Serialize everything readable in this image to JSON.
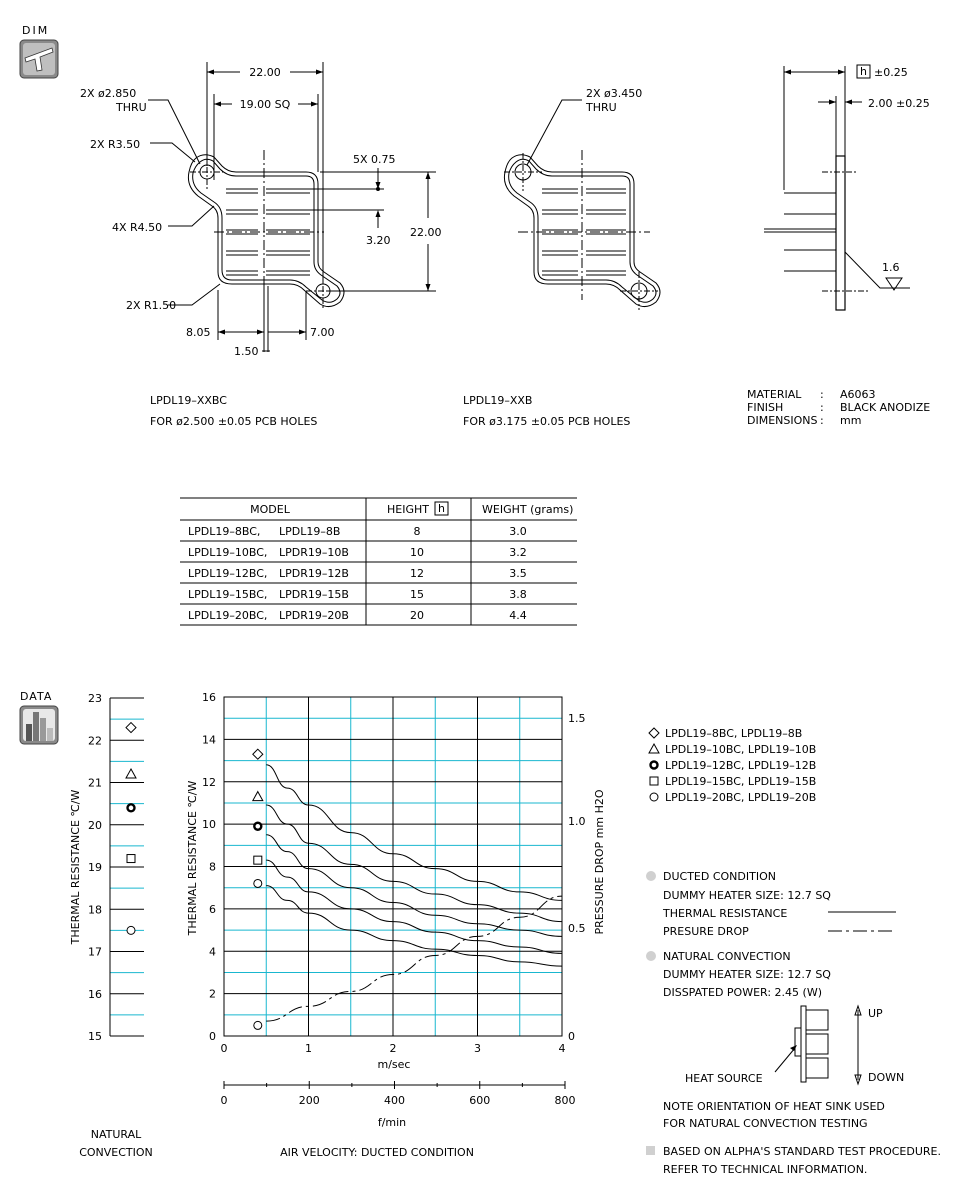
{
  "sections": {
    "dim_title": "DIM",
    "data_title": "DATA"
  },
  "drawing": {
    "left_hole": "2X ø2.850",
    "thru": "THRU",
    "right_hole": "2X ø3.450",
    "r350": "2X R3.50",
    "r450": "4X R4.50",
    "r150": "2X R1.50",
    "d2200_top": "22.00",
    "d1900": "19.00 SQ",
    "d075": "5X 0.75",
    "d320": "3.20",
    "d2200_side": "22.00",
    "d805": "8.05",
    "d150": "1.50",
    "d700": "7.00",
    "h_box": "h",
    "h_tol": "±0.25",
    "base_thk": "2.00 ±0.25",
    "finish_mark": "1.6"
  },
  "variants": [
    {
      "name": "LPDL19–XXBC",
      "pcb": "FOR ø2.500 ±0.05 PCB HOLES"
    },
    {
      "name": "LPDL19–XXB",
      "pcb": "FOR ø3.175 ±0.05 PCB HOLES"
    }
  ],
  "spec": {
    "material_label": "MATERIAL",
    "material_value": "A6063",
    "finish_label": "FINISH",
    "finish_value": "BLACK ANODIZE",
    "dim_label": "DIMENSIONS",
    "dim_value": "mm",
    "sep": ":"
  },
  "table": {
    "headers": {
      "model": "MODEL",
      "height": "HEIGHT",
      "height_box": "h",
      "weight": "WEIGHT  (grams)"
    },
    "rows": [
      {
        "m1": "LPDL19–8BC,",
        "m2": "LPDL19–8B",
        "h": "8",
        "w": "3.0"
      },
      {
        "m1": "LPDL19–10BC,",
        "m2": "LPDR19–10B",
        "h": "10",
        "w": "3.2"
      },
      {
        "m1": "LPDL19–12BC,",
        "m2": "LPDR19–12B",
        "h": "12",
        "w": "3.5"
      },
      {
        "m1": "LPDL19–15BC,",
        "m2": "LPDR19–15B",
        "h": "15",
        "w": "3.8"
      },
      {
        "m1": "LPDL19–20BC,",
        "m2": "LPDR19–20B",
        "h": "20",
        "w": "4.4"
      }
    ]
  },
  "natural_chart": {
    "ylabel": "THERMAL  RESISTANCE  ℃/W",
    "caption_1": "NATURAL",
    "caption_2": "CONVECTION"
  },
  "chart_data": [
    {
      "type": "scatter",
      "ylim": [
        15,
        23
      ],
      "yticks": [
        "23",
        "22",
        "21",
        "20",
        "19",
        "18",
        "17",
        "16",
        "15"
      ],
      "ylabel": "THERMAL  RESISTANCE  ℃/W",
      "xlabel": "NATURAL CONVECTION",
      "series": [
        {
          "name": "LPDL19–8BC,  LPDL19–8B",
          "marker": "diamond",
          "values": [
            22.3
          ]
        },
        {
          "name": "LPDL19–10BC,  LPDL19–10B",
          "marker": "triangle",
          "values": [
            21.2
          ]
        },
        {
          "name": "LPDL19–12BC,  LPDL19–12B",
          "marker": "bold-circle",
          "values": [
            20.4
          ]
        },
        {
          "name": "LPDL19–15BC,  LPDL19–15B",
          "marker": "square",
          "values": [
            19.2
          ]
        },
        {
          "name": "LPDL19–20BC,  LPDL19–20B",
          "marker": "circle",
          "values": [
            17.5
          ]
        }
      ]
    },
    {
      "type": "line",
      "xlim": [
        0,
        4
      ],
      "ylim": [
        0,
        16
      ],
      "y2lim": [
        0,
        1.5
      ],
      "xticks": [
        "0",
        "1",
        "2",
        "3",
        "4"
      ],
      "yticks": [
        "0",
        "2",
        "4",
        "6",
        "8",
        "10",
        "12",
        "14",
        "16"
      ],
      "y2ticks": [
        "0",
        "0.5",
        "1.0",
        "1.5"
      ],
      "x2ticks": [
        "0",
        "200",
        "400",
        "600",
        "800"
      ],
      "xlabel": "m/sec",
      "x2label": "f/min",
      "ylabel": "THERMAL  RESISTANCE  ℃/W",
      "y2label": "PRESSURE  DROP    mm H2O",
      "caption": "AIR VELOCITY:  DUCTED CONDITION",
      "grid": true,
      "series": [
        {
          "name": "LPDL19–8BC,  LPDL19–8B",
          "marker": "diamond",
          "marker_point": [
            0.4,
            13.3
          ],
          "x": [
            0.5,
            0.75,
            1.0,
            1.5,
            2.0,
            2.5,
            3.0,
            3.5,
            4.0
          ],
          "y": [
            12.8,
            11.7,
            10.9,
            9.6,
            8.6,
            7.9,
            7.3,
            6.8,
            6.4
          ]
        },
        {
          "name": "LPDL19–10BC,  LPDL19–10B",
          "marker": "triangle",
          "marker_point": [
            0.4,
            11.3
          ],
          "x": [
            0.5,
            0.75,
            1.0,
            1.5,
            2.0,
            2.5,
            3.0,
            3.5,
            4.0
          ],
          "y": [
            10.9,
            10.0,
            9.1,
            8.1,
            7.3,
            6.7,
            6.2,
            5.8,
            5.4
          ]
        },
        {
          "name": "LPDL19–12BC,  LPDL19–12B",
          "marker": "bold-circle",
          "marker_point": [
            0.4,
            9.9
          ],
          "x": [
            0.5,
            0.75,
            1.0,
            1.5,
            2.0,
            2.5,
            3.0,
            3.5,
            4.0
          ],
          "y": [
            9.5,
            8.7,
            7.9,
            7.0,
            6.3,
            5.7,
            5.3,
            5.0,
            4.7
          ]
        },
        {
          "name": "LPDL19–15BC,  LPDL19–15B",
          "marker": "square",
          "marker_point": [
            0.4,
            8.3
          ],
          "x": [
            0.5,
            0.75,
            1.0,
            1.5,
            2.0,
            2.5,
            3.0,
            3.5,
            4.0
          ],
          "y": [
            8.3,
            7.5,
            6.8,
            6.0,
            5.4,
            4.9,
            4.5,
            4.2,
            3.9
          ]
        },
        {
          "name": "LPDL19–20BC,  LPDL19–20B",
          "marker": "circle",
          "marker_point": [
            0.4,
            7.2
          ],
          "x": [
            0.5,
            0.75,
            1.0,
            1.5,
            2.0,
            2.5,
            3.0,
            3.5,
            4.0
          ],
          "y": [
            7.1,
            6.4,
            5.8,
            5.0,
            4.5,
            4.1,
            3.8,
            3.5,
            3.3
          ]
        },
        {
          "name": "PRESURE DROP",
          "axis": "right",
          "style": "dash-dot",
          "marker": "circle",
          "marker_point": [
            0.4,
            0.05
          ],
          "x": [
            0.5,
            1.0,
            1.5,
            2.0,
            2.5,
            3.0,
            3.5,
            4.0
          ],
          "y": [
            0.07,
            0.14,
            0.21,
            0.29,
            0.38,
            0.47,
            0.56,
            0.66
          ]
        }
      ]
    }
  ],
  "legend": {
    "items": [
      {
        "marker": "diamond",
        "text": "LPDL19–8BC,     LPDL19–8B"
      },
      {
        "marker": "triangle",
        "text": "LPDL19–10BC,   LPDL19–10B"
      },
      {
        "marker": "bold-circle",
        "text": "LPDL19–12BC,   LPDL19–12B"
      },
      {
        "marker": "square",
        "text": "LPDL19–15BC,   LPDL19–15B"
      },
      {
        "marker": "circle",
        "text": "LPDL19–20BC,   LPDL19–20B"
      }
    ]
  },
  "notes": {
    "ducted_title": "DUCTED CONDITION",
    "heater": "DUMMY HEATER SIZE: 12.7 SQ",
    "tr": "THERMAL RESISTANCE",
    "pd": "PRESURE DROP",
    "natural_title": "NATURAL CONVECTION",
    "heater2": "DUMMY HEATER SIZE: 12.7 SQ",
    "power": "DISSPATED POWER: 2.45 (W)",
    "up": "UP",
    "down": "DOWN",
    "heat_source": "HEAT SOURCE",
    "orient_1": "NOTE ORIENTATION OF HEAT SINK USED",
    "orient_2": "FOR NATURAL CONVECTION TESTING",
    "std_1": "BASED ON ALPHA'S STANDARD TEST PROCEDURE.",
    "std_2": "REFER TO TECHNICAL INFORMATION."
  },
  "colors": {
    "grid": "#19b7cf",
    "icon_grey": "#7a7a7a",
    "bullet": "#d0d0d0"
  }
}
